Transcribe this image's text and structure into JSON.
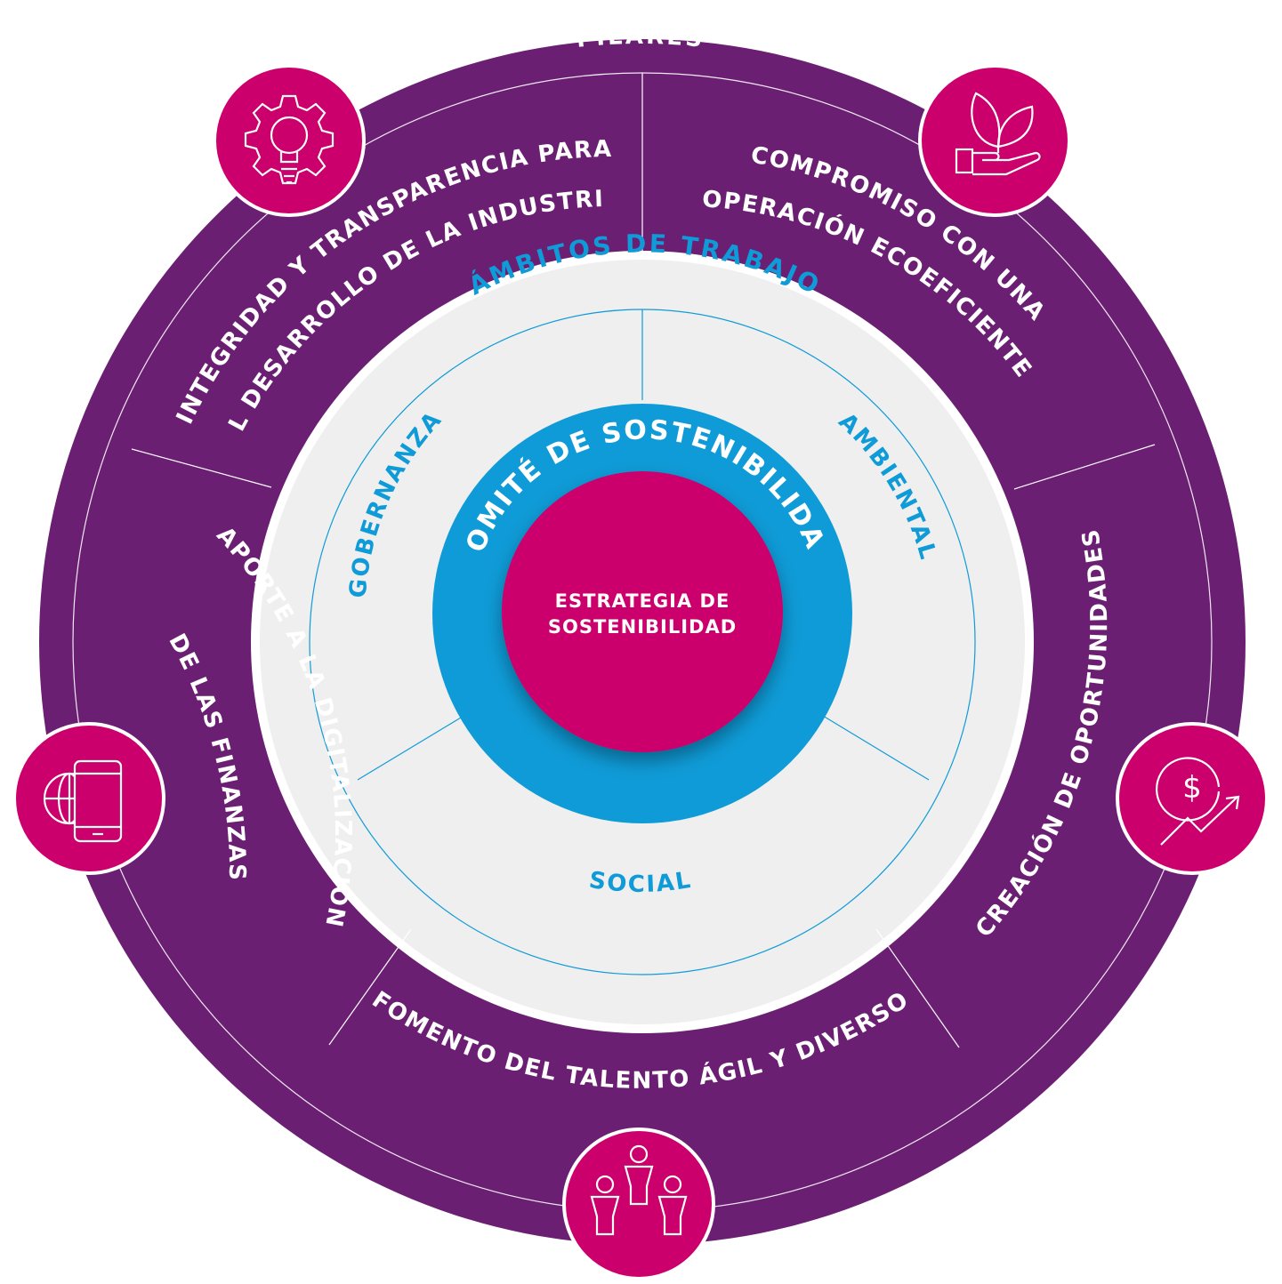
{
  "outer_ring": {
    "title": "PILARES",
    "pillars": [
      {
        "lines": [
          "INTEGRIDAD Y TRANSPARENCIA PARA",
          "EL DESARROLLO DE LA INDUSTRIA"
        ],
        "icon": "gear-lightbulb-icon"
      },
      {
        "lines": [
          "COMPROMISO CON UNA",
          "OPERACIÓN ECOEFICIENTE"
        ],
        "icon": "hand-leaves-icon"
      },
      {
        "lines": [
          "CREACIÓN DE OPORTUNIDADES"
        ],
        "icon": "dollar-growth-icon"
      },
      {
        "lines": [
          "FOMENTO DEL TALENTO ÁGIL Y DIVERSO"
        ],
        "icon": "people-group-icon"
      },
      {
        "lines": [
          "APORTE A LA DIGITALIZACIÓN",
          "DE LAS FINANZAS"
        ],
        "icon": "phone-globe-icon"
      }
    ]
  },
  "middle_ring": {
    "title": "ÁMBITOS DE TRABAJO",
    "areas": [
      "GOBERNANZA",
      "AMBIENTAL",
      "SOCIAL"
    ]
  },
  "inner_ring": {
    "title": "COMITÉ DE SOSTENIBILIDAD"
  },
  "core": {
    "lines": [
      "ESTRATEGIA DE",
      "SOSTENIBILIDAD"
    ]
  },
  "colors": {
    "purple": "#6b1f73",
    "magenta": "#cc006c",
    "blue": "#0f9bd7",
    "light_gray": "#efeff0",
    "white": "#ffffff"
  }
}
